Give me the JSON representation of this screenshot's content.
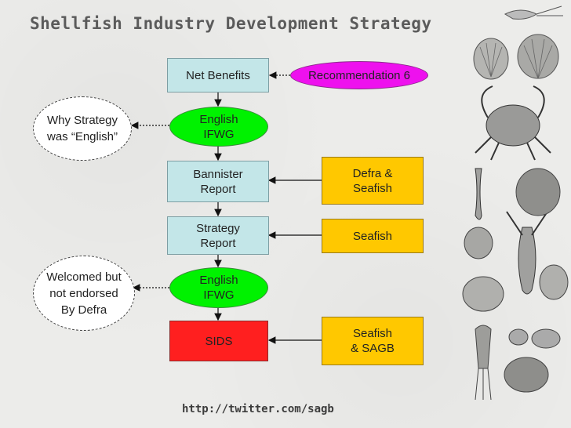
{
  "title": "Shellfish Industry Development Strategy",
  "footer": "http://twitter.com/sagb",
  "nodes": {
    "net_benefits": "Net Benefits",
    "recommendation": "Recommendation 6",
    "english_ifwg_1": "English\nIFWG",
    "bannister": "Bannister\nReport",
    "strategy_report": "Strategy\nReport",
    "english_ifwg_2": "English\nIFWG",
    "sids": "SIDS",
    "defra_seafish": "Defra &\nSeafish",
    "seafish": "Seafish",
    "seafish_sagb": "Seafish\n& SAGB"
  },
  "notes": {
    "why_english": "Why Strategy\nwas “English”",
    "welcomed": "Welcomed but\nnot endorsed\nBy Defra"
  },
  "colors": {
    "process": "#c3e6e8",
    "green": "#00f200",
    "red": "#ff1f1f",
    "yellow": "#ffc800",
    "magenta": "#ee11ee"
  },
  "illustrations": [
    "shrimp-icon",
    "scallop-shell-icon",
    "crab-icon",
    "lobster-icon",
    "oyster-icon",
    "clam-icon",
    "squid-icon",
    "whelk-icon"
  ]
}
